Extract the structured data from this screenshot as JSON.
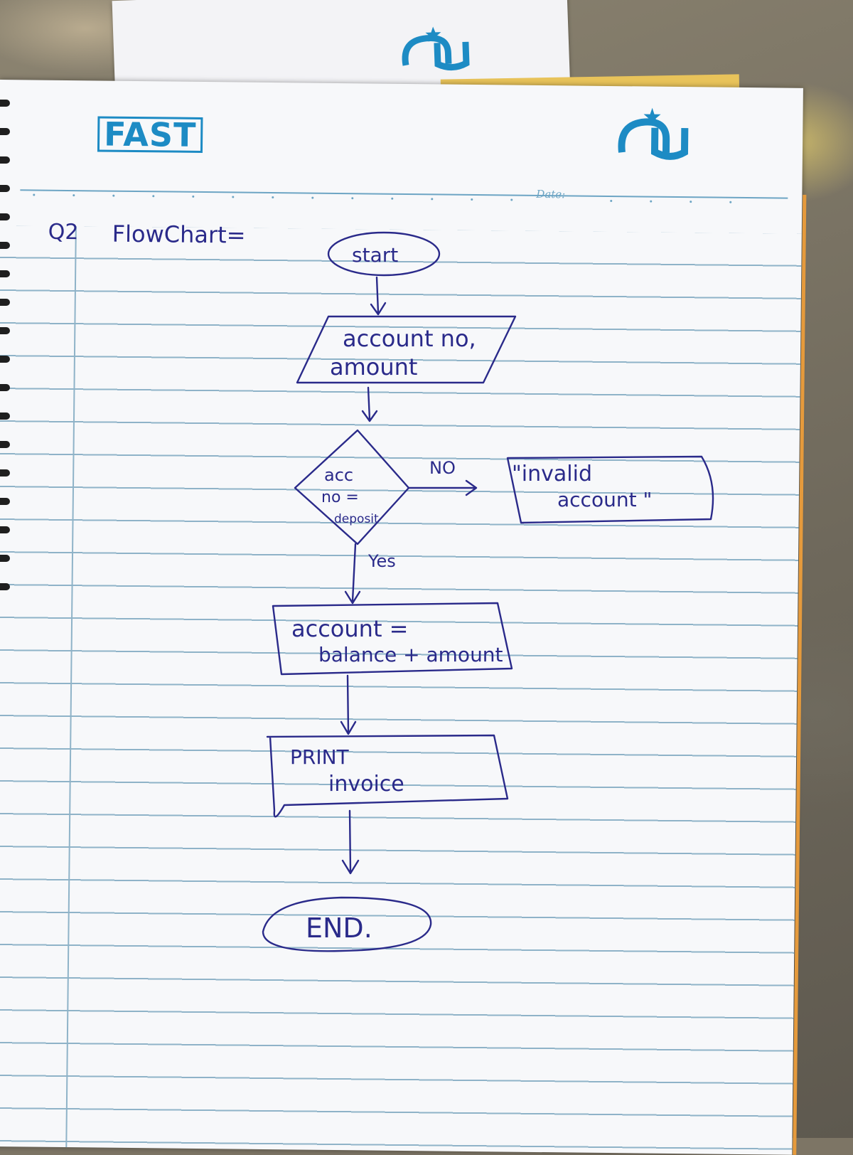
{
  "header": {
    "brand_left": "FAST",
    "brand_right": "nu",
    "date_label": "Date:"
  },
  "question": {
    "number": "Q2",
    "title": "FlowChart="
  },
  "flowchart": {
    "start": "start",
    "input_line1": "account no,",
    "input_line2": "amount",
    "decision_line1": "acc",
    "decision_line2": "no =",
    "decision_line3": "deposit",
    "no_label": "NO",
    "yes_label": "Yes",
    "invalid_line1": "\"invalid",
    "invalid_line2": "account \"",
    "process_line1": "account =",
    "process_line2": "balance + amount",
    "print_line1": "PRINT",
    "print_line2": "invoice",
    "end": "END."
  },
  "colors": {
    "ink": "#2a2a8a",
    "logo_blue": "#1d8bc4",
    "rule_blue": "#8fb3c8"
  }
}
